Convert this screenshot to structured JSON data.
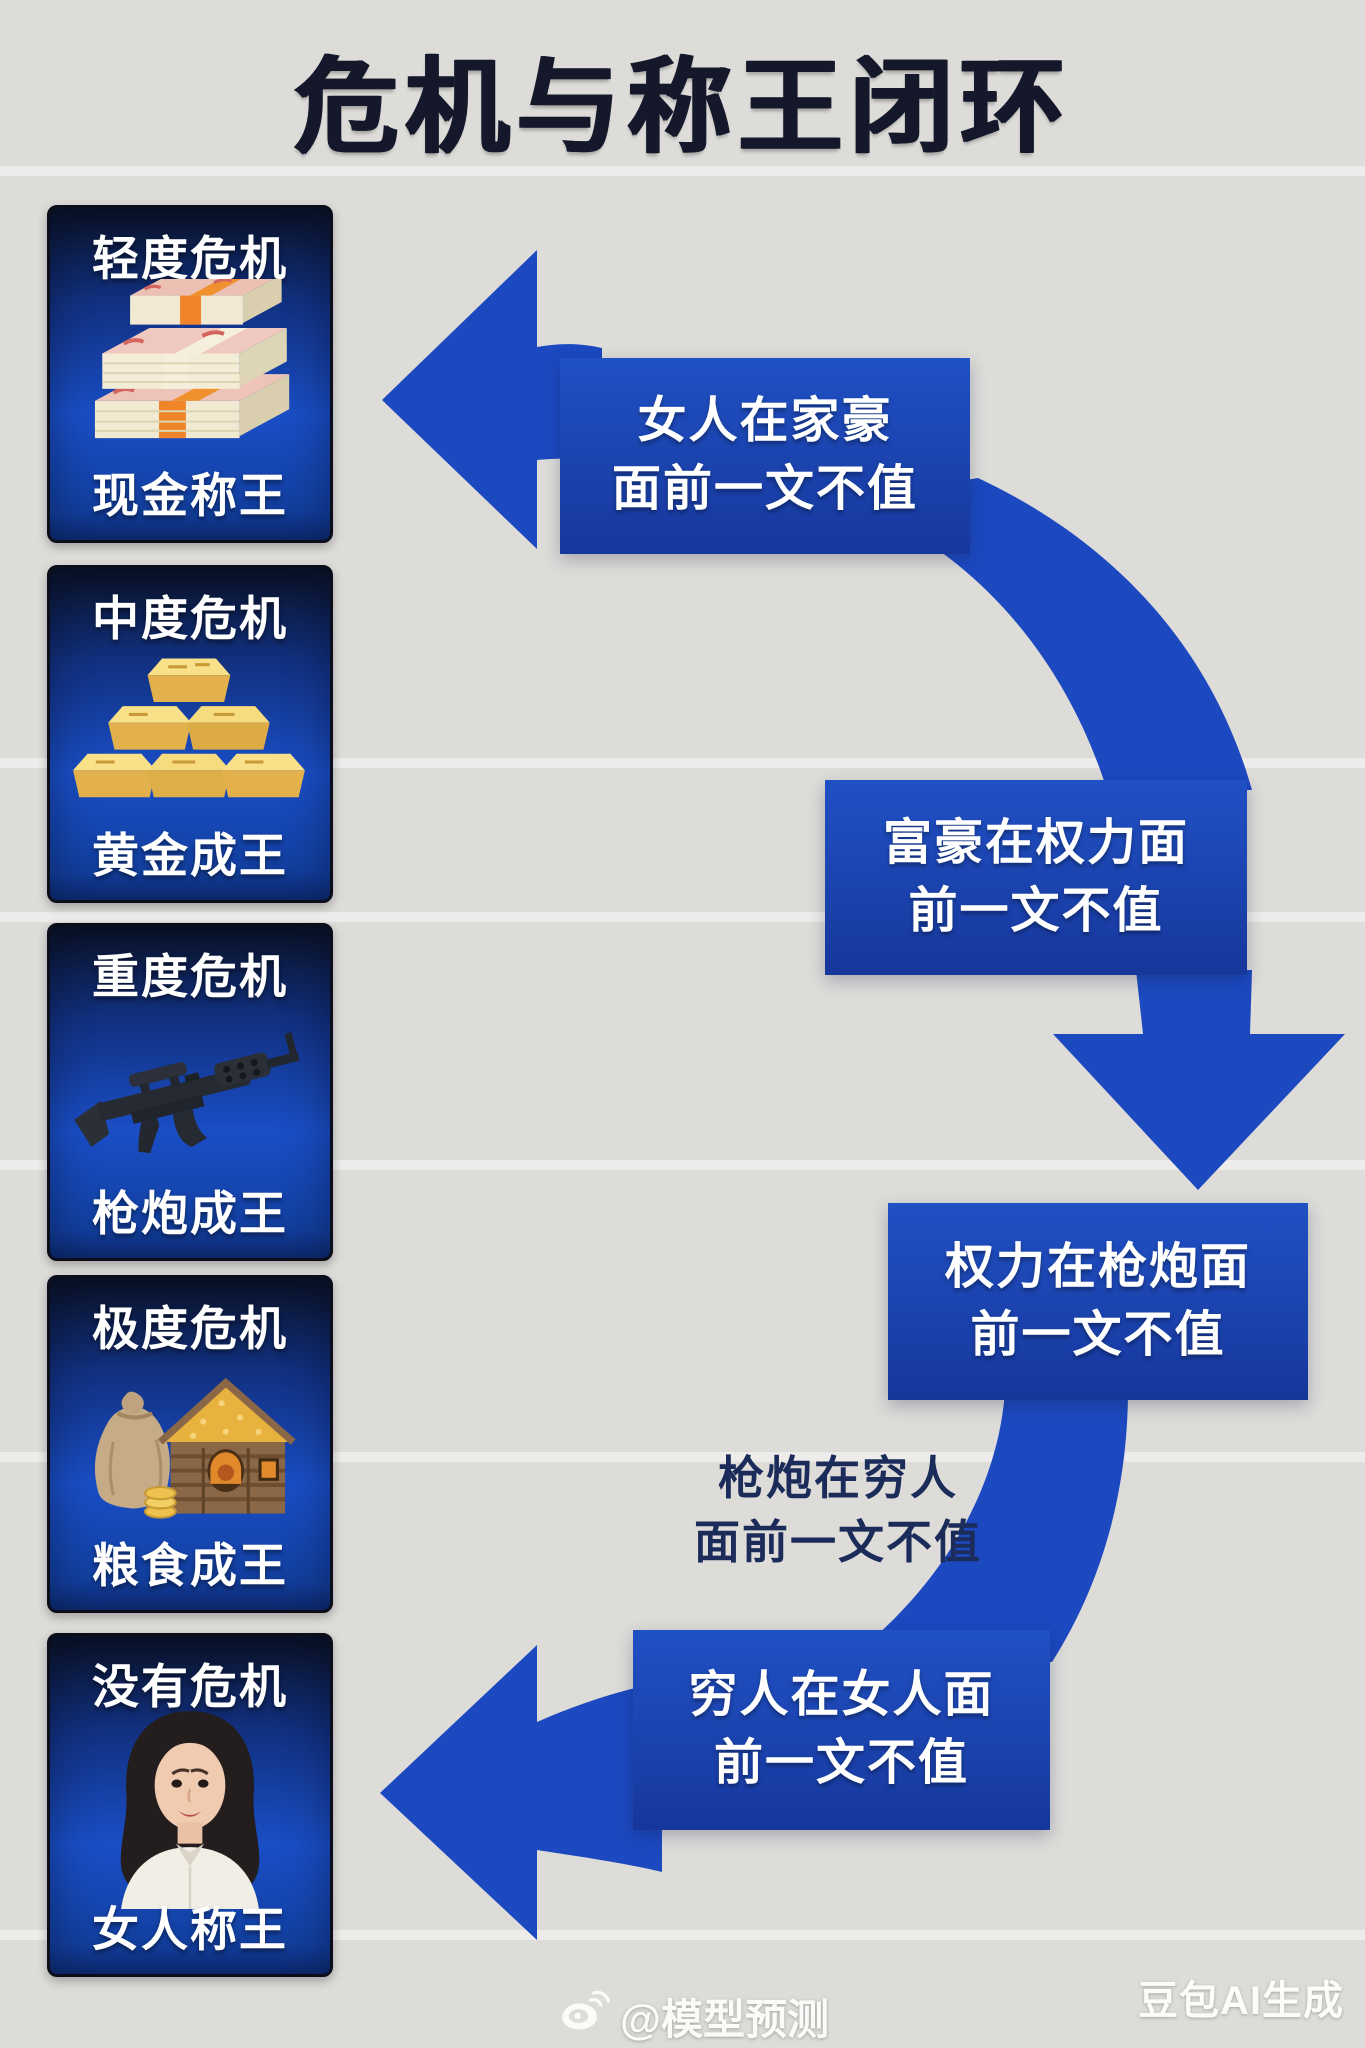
{
  "page": {
    "title": "危机与称王闭环"
  },
  "boxes": [
    {
      "crisis": "轻度危机",
      "king": "现金称王",
      "icon": "cash-bundles"
    },
    {
      "crisis": "中度危机",
      "king": "黄金成王",
      "icon": "gold-bars"
    },
    {
      "crisis": "重度危机",
      "king": "枪炮成王",
      "icon": "rifle"
    },
    {
      "crisis": "极度危机",
      "king": "粮食成王",
      "icon": "granary"
    },
    {
      "crisis": "没有危机",
      "king": "女人称王",
      "icon": "woman-portrait"
    }
  ],
  "flow": [
    {
      "line1": "女人在家豪",
      "line2": "面前一文不值",
      "style": "boxed"
    },
    {
      "line1": "富豪在权力面",
      "line2": "前一文不值",
      "style": "boxed"
    },
    {
      "line1": "权力在枪炮面",
      "line2": "前一文不值",
      "style": "boxed"
    },
    {
      "line1": "枪炮在穷人",
      "line2": "面前一文不值",
      "style": "plain"
    },
    {
      "line1": "穷人在女人面",
      "line2": "前一文不值",
      "style": "boxed"
    }
  ],
  "watermarks": {
    "weibo_handle": "@模型预测",
    "generator": "豆包AI生成"
  },
  "colors": {
    "background": "#dedcd9",
    "arrow_blue": "#1c49c0",
    "label_blue": "#1b43ae",
    "box_gradient_top": "#0a1228",
    "box_gradient_bottom": "#1a4ec6",
    "title_color": "#14182a",
    "plain_text_color": "#1c2c5a"
  }
}
